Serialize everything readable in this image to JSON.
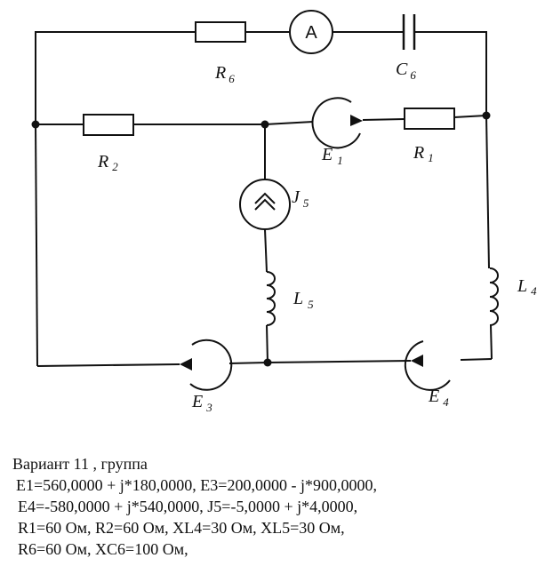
{
  "labels": {
    "R6": {
      "main": "R",
      "sub": "6"
    },
    "C6": {
      "main": "C",
      "sub": "6"
    },
    "A": "A",
    "R2": {
      "main": "R",
      "sub": "2"
    },
    "E1": {
      "main": "E",
      "sub": "1"
    },
    "R1": {
      "main": "R",
      "sub": "1"
    },
    "J5": {
      "main": "J",
      "sub": "5"
    },
    "L5": {
      "main": "L",
      "sub": "5"
    },
    "L4": {
      "main": "L",
      "sub": "4"
    },
    "E3": {
      "main": "E",
      "sub": "3"
    },
    "E4": {
      "main": "E",
      "sub": "4"
    }
  },
  "text": {
    "line0": "Вариант 11 , группа",
    "line1": "E1=560,0000 + j*180,0000,  E3=200,0000 - j*900,0000,",
    "line2": "E4=-580,0000 + j*540,0000,  J5=-5,0000 + j*4,0000,",
    "line3": "R1=60 Ом,  R2=60 Ом,  XL4=30 Ом,  XL5=30 Ом,",
    "line4": "R6=60 Ом,  XC6=100 Ом,"
  }
}
